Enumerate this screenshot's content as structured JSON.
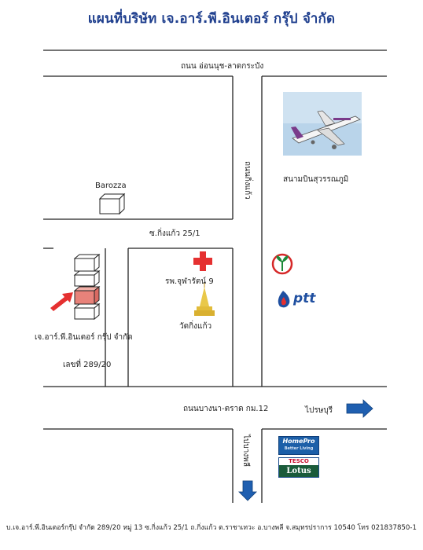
{
  "title": "แผนที่บริษัท เจ.อาร์.พี.อินเตอร์ กรุ๊ป จำกัด",
  "roads": {
    "top": "ถนน อ่อนนุช-ลาดกระบัง",
    "vertical": "ถนนกิ่งแก้ว",
    "soi": "ซ.กิ่งแก้ว 25/1",
    "main": "ถนนบางนา-ตราด กม.12",
    "to_prawet": "ไปรษบุรี",
    "to_bangplee": "ไปบางพลี"
  },
  "landmarks": {
    "barozza": "Barozza",
    "airport": "สนามบินสุวรรณภูมิ",
    "hospital": "รพ.จุฬารัตน์ 9",
    "temple": "วัดกิ่งแก้ว",
    "company": "เจ.อาร์.พี.อินเตอร์ กรุ๊ป จำกัด",
    "company_number": "เลขที่ 289/20"
  },
  "logos": {
    "ptt": "ptt",
    "homepro": "HomePro",
    "homepro_tag": "Better Living",
    "tesco": "TESCO",
    "lotus": "Lotus"
  },
  "footer": "บ.เจ.อาร์.พี.อินเตอร์กรุ๊ป จำกัด 289/20 หมู่ 13 ซ.กิ่งแก้ว 25/1 ถ.กิ่งแก้ว ต.ราชาเทวะ อ.บางพลี จ.สมุทรปราการ 10540 โทร 021837850-1",
  "colors": {
    "title": "#1f3f8e",
    "arrow": "#1f5fb0",
    "company_highlight": "#e8827a",
    "hospital_cross": "#e53030"
  }
}
